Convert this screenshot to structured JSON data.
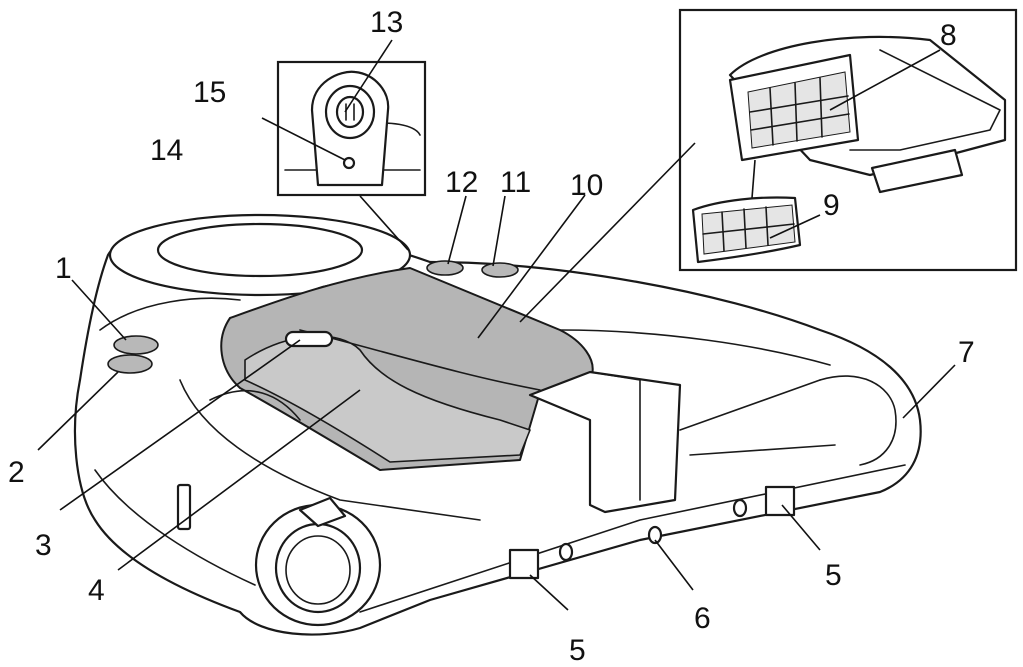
{
  "figure": {
    "callouts": [
      {
        "id": "c1",
        "text": "1"
      },
      {
        "id": "c2",
        "text": "2"
      },
      {
        "id": "c3",
        "text": "3"
      },
      {
        "id": "c4",
        "text": "4"
      },
      {
        "id": "c5a",
        "text": "5"
      },
      {
        "id": "c5b",
        "text": "5"
      },
      {
        "id": "c6",
        "text": "6"
      },
      {
        "id": "c7",
        "text": "7"
      },
      {
        "id": "c8",
        "text": "8"
      },
      {
        "id": "c9",
        "text": "9"
      },
      {
        "id": "c10",
        "text": "10"
      },
      {
        "id": "c11",
        "text": "11"
      },
      {
        "id": "c12",
        "text": "12"
      },
      {
        "id": "c13",
        "text": "13"
      },
      {
        "id": "c14",
        "text": "14"
      },
      {
        "id": "c15",
        "text": "15"
      }
    ]
  }
}
